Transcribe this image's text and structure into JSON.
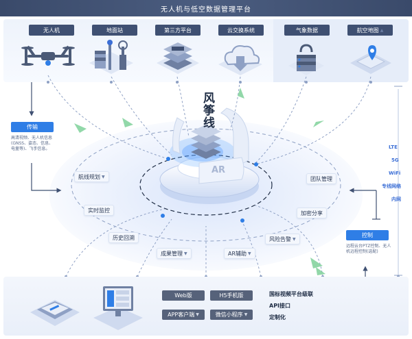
{
  "header": {
    "title": "无人机与低空数据管理平台"
  },
  "sources": [
    {
      "label": "无人机",
      "icon": "drone-icon"
    },
    {
      "label": "地面站",
      "icon": "ground-station-icon"
    },
    {
      "label": "第三方平台",
      "icon": "third-party-platform-icon"
    },
    {
      "label": "云交换系统",
      "icon": "cloud-exchange-icon"
    },
    {
      "label": "气象数据",
      "icon": "weather-data-icon"
    },
    {
      "label": "航空地图",
      "icon": "aviation-map-icon"
    }
  ],
  "core": {
    "name": "风筝线",
    "ar": "AR"
  },
  "transmit": {
    "label": "传输",
    "note": "高清视频、无人机信息(GNSS、姿态、信息、电量等)、飞手信息。"
  },
  "control": {
    "label": "控制",
    "note": "远程云台PTZ控制、无人机远程控制(选配)"
  },
  "modules": [
    {
      "label": "航线规划",
      "chevron": true
    },
    {
      "label": "实时监控",
      "chevron": false
    },
    {
      "label": "历史回溯",
      "chevron": false
    },
    {
      "label": "成果管理",
      "chevron": true
    },
    {
      "label": "AR辅助",
      "chevron": true
    },
    {
      "label": "风险告警",
      "chevron": true
    },
    {
      "label": "加密分享",
      "chevron": false
    },
    {
      "label": "团队管理",
      "chevron": false
    }
  ],
  "networks": [
    "LTE",
    "5G",
    "WiFi",
    "专线网络",
    "内网"
  ],
  "clients": [
    {
      "label": "Web版"
    },
    {
      "label": "H5手机版"
    },
    {
      "label": "APP客户端",
      "chevron": true
    },
    {
      "label": "微信小程序",
      "chevron": true
    }
  ],
  "features": [
    "国标视频平台级联",
    "API接口",
    "定制化"
  ],
  "colors": {
    "header": "#3f5072",
    "accent": "#2f7ee6",
    "arrow": "#7fd19a"
  }
}
